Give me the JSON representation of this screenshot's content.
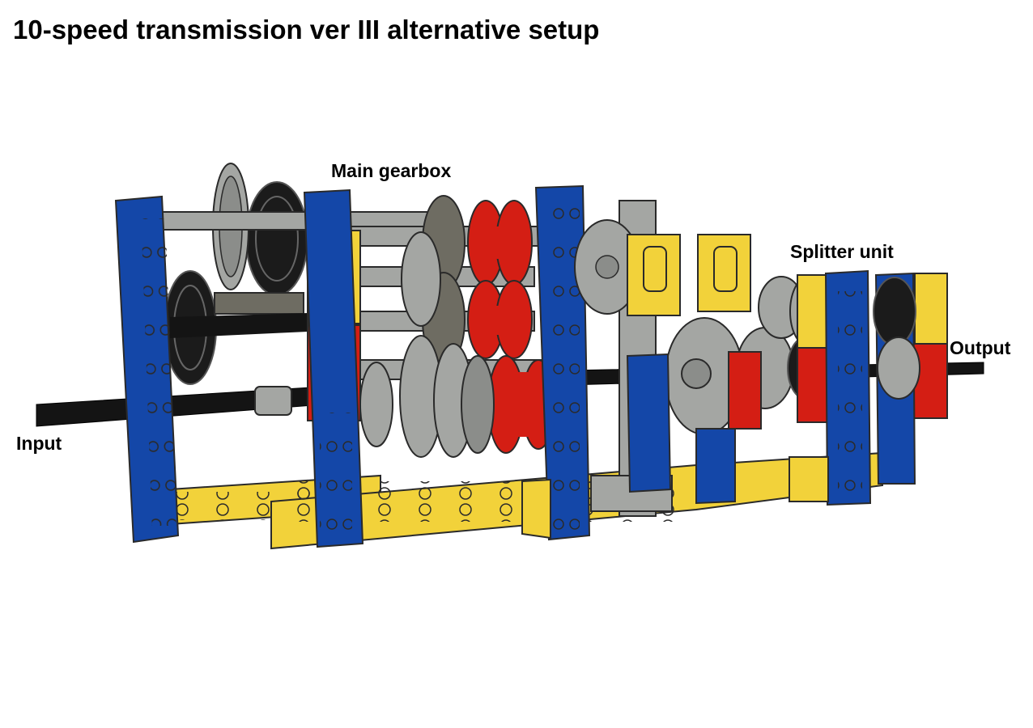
{
  "title": "10-speed transmission ver III alternative setup",
  "labels": {
    "main_gearbox": "Main gearbox",
    "splitter_unit": "Splitter unit",
    "output": "Output",
    "input": "Input"
  },
  "colors": {
    "beam_blue": "#1447a8",
    "frame_yellow": "#f2d23a",
    "block_red": "#d41e14",
    "gear_light_gray": "#a4a6a3",
    "gear_dark_gray": "#6e6c62",
    "tire_black": "#1b1b1b",
    "axle_black": "#141414",
    "outline": "#2a2a2a"
  }
}
